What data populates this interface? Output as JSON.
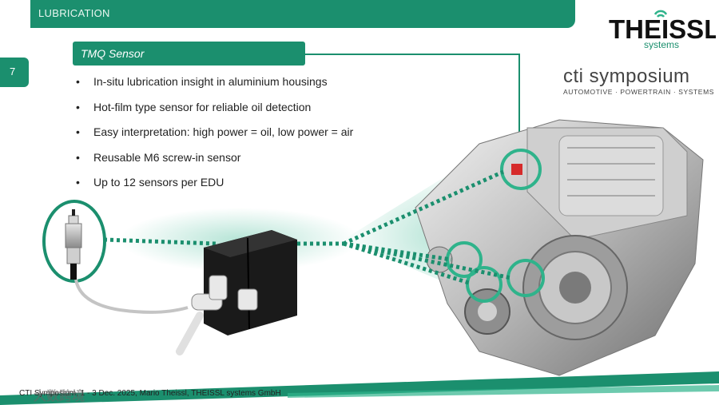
{
  "header": {
    "section_title": "LUBRICATION"
  },
  "page": {
    "number": "7"
  },
  "slide": {
    "subtitle": "TMQ Sensor",
    "bullets": [
      "In-situ lubrication insight in aluminium housings",
      "Hot-film type sensor for reliable oil detection",
      "Easy interpretation: high power = oil, low power = air",
      "Reusable M6 screw-in sensor",
      "Up to 12 sensors per EDU"
    ]
  },
  "logos": {
    "theissl_main": "THEISSL",
    "theissl_sub": "systems",
    "cti_name": "cti symposium",
    "cti_tagline": "AUTOMOTIVE · POWERTRAIN · SYSTEMS"
  },
  "footer": {
    "text": "CTI Symposium, 1 - 3 Dec. 2025, Mario Theissl, THEISSL systems GmbH",
    "watermark": "大数跨境"
  },
  "colors": {
    "accent": "#1b8f6e",
    "accent_light": "#2fb38b",
    "text": "#222222"
  }
}
